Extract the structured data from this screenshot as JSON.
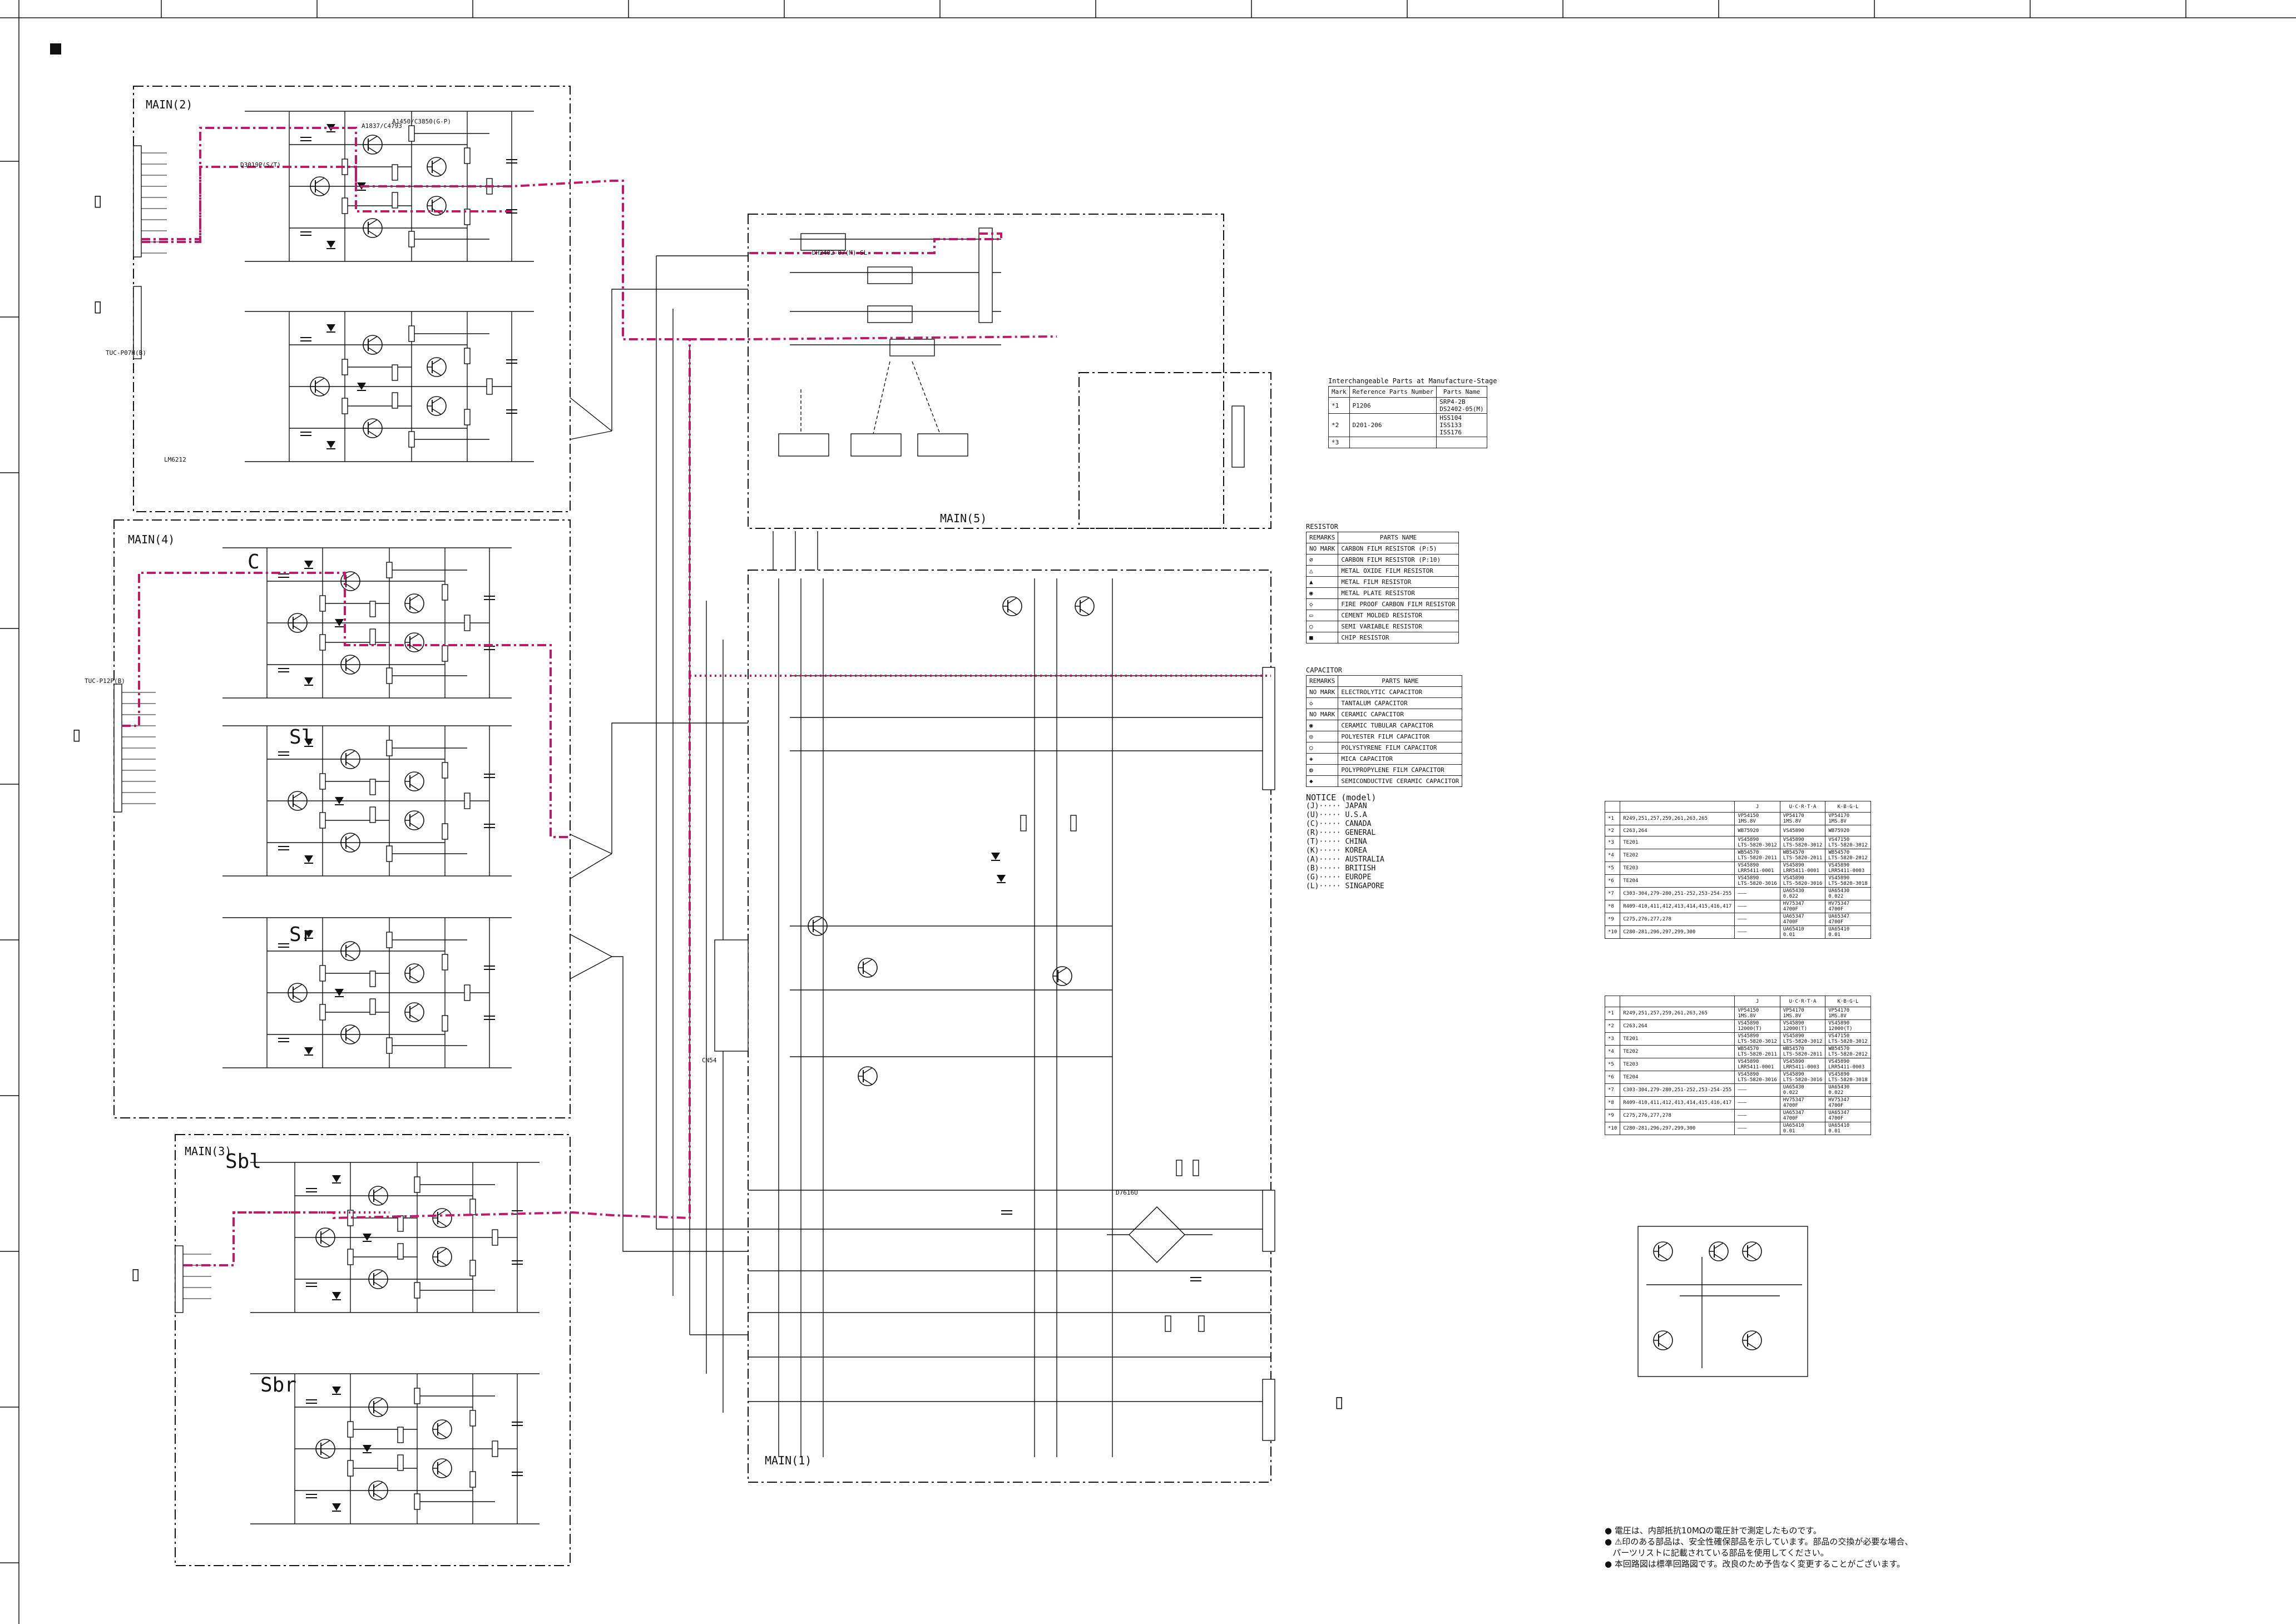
{
  "sections": {
    "main2": "MAIN(2)",
    "main4": "MAIN(4)",
    "main3": "MAIN(3)",
    "main5": "MAIN(5)",
    "main1": "MAIN(1)"
  },
  "channels": {
    "c": "C",
    "sl": "Sl",
    "sr": "Sr",
    "sbl": "Sbl",
    "sbr": "Sbr"
  },
  "component_labels": {
    "q201": "A1837/C4793",
    "q203": "A1450/C3850(G-P)",
    "q_bias": "D3019P(S/T)",
    "relay": "DH2402-07(M)-SL",
    "reg": "LM6212",
    "bridge": "D7616U",
    "conn_top": "TUC-P07H(B)",
    "conn_mid": "TUC-P12P(B)",
    "conn_bot": "CN54"
  },
  "interchangeable": {
    "title": "Interchangeable Parts at Manufacture-Stage",
    "headers": [
      "Mark",
      "Reference Parts Number",
      "Parts Name"
    ],
    "rows": [
      [
        "*1",
        "P1206",
        "SRP4-2B\nDS2402-05(M)"
      ],
      [
        "*2",
        "D201-206",
        "HSS104\nISS133\nISS176"
      ],
      [
        "*3",
        "",
        ""
      ]
    ]
  },
  "resistor": {
    "title": "RESISTOR",
    "headers": [
      "REMARKS",
      "PARTS NAME"
    ],
    "rows": [
      [
        "NO MARK",
        "CARBON FILM RESISTOR (P:5)"
      ],
      [
        "∅",
        "CARBON FILM RESISTOR (P:10)"
      ],
      [
        "△",
        "METAL OXIDE FILM RESISTOR"
      ],
      [
        "▲",
        "METAL FILM RESISTOR"
      ],
      [
        "◉",
        "METAL PLATE RESISTOR"
      ],
      [
        "◇",
        "FIRE PROOF CARBON FILM RESISTOR"
      ],
      [
        "▭",
        "CEMENT MOLDED RESISTOR"
      ],
      [
        "○",
        "SEMI VARIABLE RESISTOR"
      ],
      [
        "■",
        "CHIP RESISTOR"
      ]
    ]
  },
  "capacitor": {
    "title": "CAPACITOR",
    "headers": [
      "REMARKS",
      "PARTS NAME"
    ],
    "rows": [
      [
        "NO MARK",
        "ELECTROLYTIC CAPACITOR"
      ],
      [
        "◇",
        "TANTALUM CAPACITOR"
      ],
      [
        "NO MARK",
        "CERAMIC CAPACITOR"
      ],
      [
        "◉",
        "CERAMIC TUBULAR CAPACITOR"
      ],
      [
        "◎",
        "POLYESTER FILM CAPACITOR"
      ],
      [
        "○",
        "POLYSTYRENE FILM CAPACITOR"
      ],
      [
        "◈",
        "MICA CAPACITOR"
      ],
      [
        "◍",
        "POLYPROPYLENE FILM CAPACITOR"
      ],
      [
        "◆",
        "SEMICONDUCTIVE CERAMIC CAPACITOR"
      ]
    ]
  },
  "notice": {
    "title": "NOTICE (model)",
    "items": [
      "(J)····· JAPAN",
      "(U)····· U.S.A",
      "(C)····· CANADA",
      "(R)····· GENERAL",
      "(T)····· CHINA",
      "(K)····· KOREA",
      "(A)····· AUSTRALIA",
      "(B)····· BRITISH",
      "(G)····· EUROPE",
      "(L)····· SINGAPORE"
    ]
  },
  "model_table_1": {
    "headers": [
      "",
      "",
      "J",
      "U·C·R·T·A",
      "K·B·G·L"
    ],
    "rows": [
      [
        "*1",
        "R249,251,257,259,261,263,265",
        "VP54150\n1MS.8V",
        "VP54170\n1MS.8V",
        "VP54170\n1MS.8V"
      ],
      [
        "*2",
        "C263,264",
        "WB75920",
        "VS45890",
        "WB75920"
      ],
      [
        "*3",
        "TE201",
        "VS45890\nLTS-5820-3012",
        "VS45890\nLTS-5820-3012",
        "VS47150\nLTS-5820-3012"
      ],
      [
        "*4",
        "TE202",
        "WB54570\nLTS-5820-2011",
        "WB54570\nLTS-5820-2011",
        "WB54570\nLTS-5820-2012"
      ],
      [
        "*5",
        "TE203",
        "VS45890\nLRR5411-0001",
        "VS45890\nLRR5411-0001",
        "VS45890\nLRR5411-0003"
      ],
      [
        "*6",
        "TE204",
        "VS45890\nLTS-5820-3016",
        "VS45890\nLTS-5820-3016",
        "VS45890\nLTS-5820-3018"
      ],
      [
        "*7",
        "C303-304,279-280,251-252,253-254-255",
        "———",
        "UA65430\n0.022",
        "UA65430\n0.022"
      ],
      [
        "*8",
        "R409-410,411,412,413,414,415,416,417",
        "———",
        "HV75347\n4700F",
        "HV75347\n4700F"
      ],
      [
        "*9",
        "C275,276,277,278",
        "———",
        "UA65347\n4700F",
        "UA65347\n4700F"
      ],
      [
        "*10",
        "C280-281,296,297,299,300",
        "———",
        "UA65410\n0.01",
        "UA65410\n0.01"
      ]
    ]
  },
  "model_table_2": {
    "headers": [
      "",
      "",
      "J",
      "U·C·R·T·A",
      "K·B·G·L"
    ],
    "rows": [
      [
        "*1",
        "R249,251,257,259,261,263,265",
        "VP54150\n1MS.8V",
        "VP54170\n1MS.8V",
        "VP54170\n1MS.8V"
      ],
      [
        "*2",
        "C263,264",
        "VS45890\n12000(T)",
        "VS45890\n12000(T)",
        "VS45890\n12000(T)"
      ],
      [
        "*3",
        "TE201",
        "VS45890\nLTS-5820-3012",
        "VS45890\nLTS-5820-3012",
        "VS47150\nLTS-5820-3012"
      ],
      [
        "*4",
        "TE202",
        "WB54570\nLTS-5820-2011",
        "WB54570\nLTS-5820-2011",
        "WB54570\nLTS-5820-2012"
      ],
      [
        "*5",
        "TE203",
        "VS45890\nLRR5411-0001",
        "VS45890\nLRR5411-0003",
        "VS45890\nLRR5411-0003"
      ],
      [
        "*6",
        "TE204",
        "VS45890\nLTS-5820-3016",
        "VS45890\nLTS-5820-3016",
        "VS45890\nLTS-5820-3018"
      ],
      [
        "*7",
        "C303-304,279-280,251-252,253-254-255",
        "———",
        "UA65430\n0.022",
        "UA65430\n0.022"
      ],
      [
        "*8",
        "R409-410,411,412,413,414,415,416,417",
        "———",
        "HV75347\n4700F",
        "HV75347\n4700F"
      ],
      [
        "*9",
        "C275,276,277,278",
        "———",
        "UA65347\n4700F",
        "UA65347\n4700F"
      ],
      [
        "*10",
        "C280-281,296,297,299,300",
        "———",
        "UA65410\n0.01",
        "UA65410\n0.01"
      ]
    ]
  },
  "notes": [
    "● 電圧は、内部抵抗10MΩの電圧計で測定したものです。",
    "● ⚠印のある部品は、安全性確保部品を示しています。部品の交換が必要な場合、",
    "   パーツリストに記載されている部品を使用してください。",
    "● 本回路図は標準回路図です。改良のため予告なく変更することがございます。"
  ],
  "colors": {
    "signal": "#c0186a",
    "line": "#111111"
  }
}
